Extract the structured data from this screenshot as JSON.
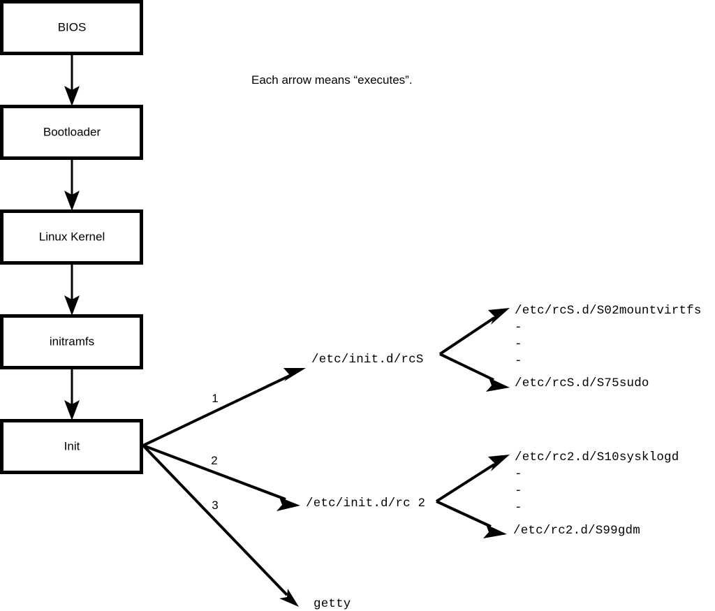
{
  "caption": {
    "text": "Each arrow means “executes”."
  },
  "boot_chain": {
    "nodes": [
      {
        "id": "bios",
        "label": "BIOS"
      },
      {
        "id": "bootloader",
        "label": "Bootloader"
      },
      {
        "id": "kernel",
        "label": "Linux Kernel"
      },
      {
        "id": "initramfs",
        "label": "initramfs"
      },
      {
        "id": "init",
        "label": "Init"
      }
    ]
  },
  "init_branches": [
    {
      "number": "1",
      "target": "/etc/init.d/rcS"
    },
    {
      "number": "2",
      "target": "/etc/init.d/rc 2"
    },
    {
      "number": "3",
      "target": "getty"
    }
  ],
  "rcs_scripts": {
    "first": "/etc/rcS.d/S02mountvirtfs",
    "ellipsis": [
      "-",
      "-",
      "-"
    ],
    "last": "/etc/rcS.d/S75sudo"
  },
  "rc2_scripts": {
    "first": "/etc/rc2.d/S10sysklogd",
    "ellipsis": [
      "-",
      "-",
      "-"
    ],
    "last": "/etc/rc2.d/S99gdm"
  },
  "colors": {
    "background": "#ffffff",
    "stroke": "#000000",
    "text": "#000000"
  }
}
